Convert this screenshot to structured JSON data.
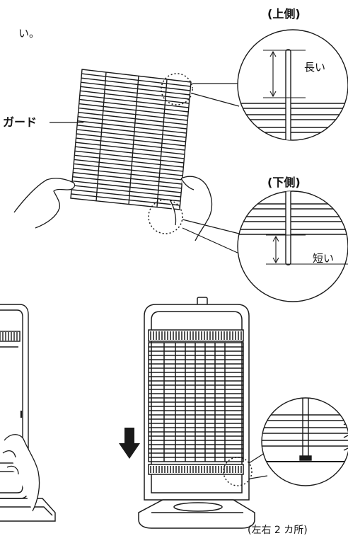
{
  "labels": {
    "fragment_top_left": "い。",
    "top_side": "(上側)",
    "bottom_side": "(下側)",
    "guard": "ガード",
    "long": "長い",
    "short": "短い",
    "positions": "(左右 2 カ所)"
  },
  "colors": {
    "line": "#1a1a1a",
    "background": "#ffffff"
  }
}
